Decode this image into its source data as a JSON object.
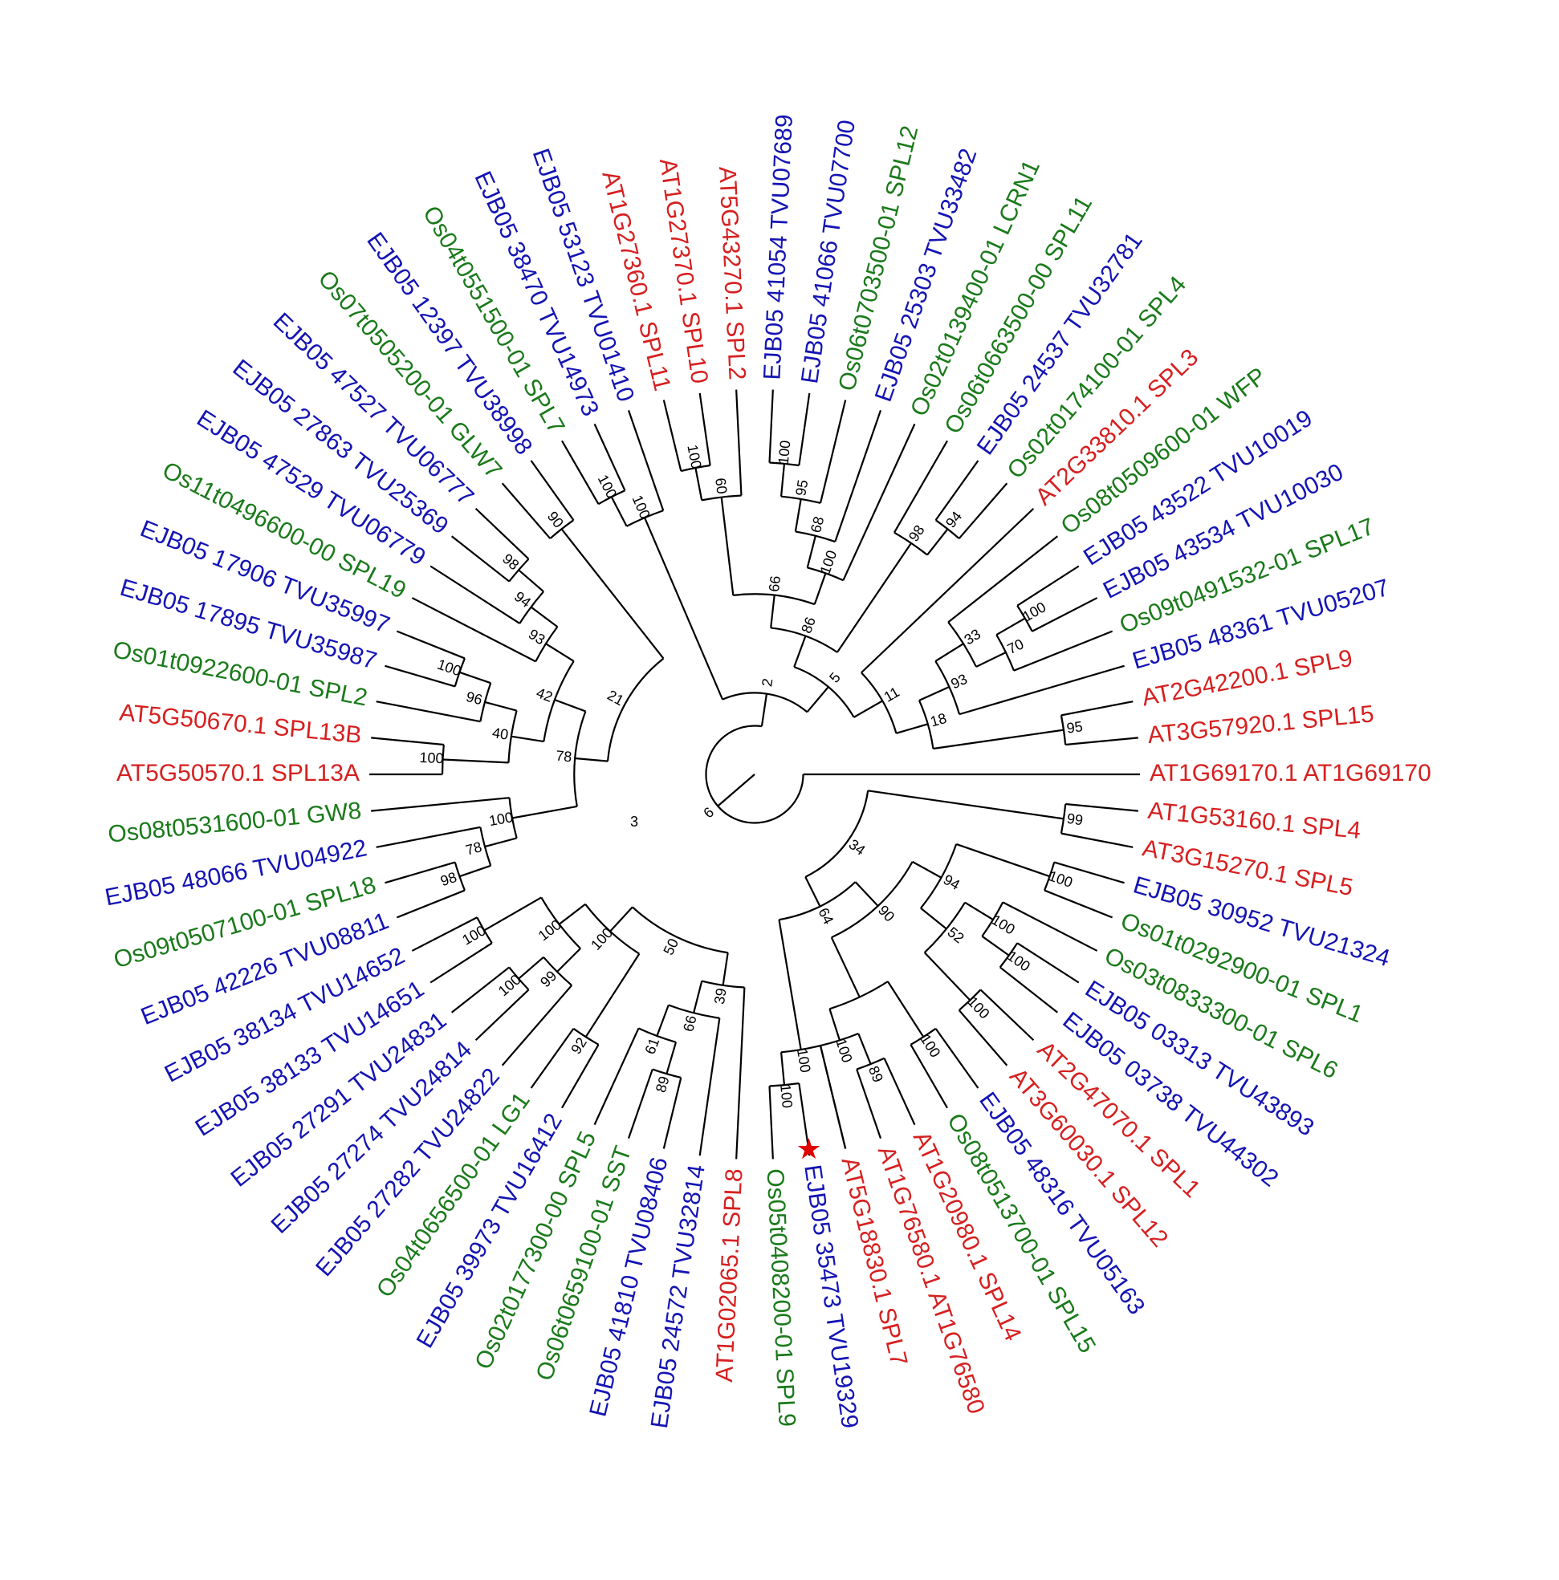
{
  "tree": {
    "colors": {
      "arabidopsis": "#d62020",
      "rice": "#1a7a1a",
      "cowpea": "#1414b4",
      "marker": "#e00000"
    },
    "root_bootstrap": "3",
    "leaves": [
      {
        "label": "AT1G69170.1 AT1G69170",
        "group": "arabidopsis"
      },
      {
        "label": "AT1G53160.1 SPL4",
        "group": "arabidopsis"
      },
      {
        "label": "AT3G15270.1 SPL5",
        "group": "arabidopsis"
      },
      {
        "label": "EJB05 30952 TVU21324",
        "group": "cowpea"
      },
      {
        "label": "Os01t0292900-01 SPL1",
        "group": "rice"
      },
      {
        "label": "Os03t0833300-01 SPL6",
        "group": "rice"
      },
      {
        "label": "EJB05 03313 TVU43893",
        "group": "cowpea"
      },
      {
        "label": "EJB05 03738 TVU44302",
        "group": "cowpea"
      },
      {
        "label": "AT2G47070.1 SPL1",
        "group": "arabidopsis"
      },
      {
        "label": "AT3G60030.1 SPL12",
        "group": "arabidopsis"
      },
      {
        "label": "EJB05 48316 TVU05163",
        "group": "cowpea"
      },
      {
        "label": "Os08t0513700-01 SPL15",
        "group": "rice"
      },
      {
        "label": "AT1G20980.1 SPL14",
        "group": "arabidopsis"
      },
      {
        "label": "AT1G76580.1 AT1G76580",
        "group": "arabidopsis"
      },
      {
        "label": "AT5G18830.1 SPL7",
        "group": "arabidopsis"
      },
      {
        "label": "EJB05 35473 TVU19329",
        "group": "cowpea",
        "marked": true
      },
      {
        "label": "Os05t0408200-01 SPL9",
        "group": "rice"
      },
      {
        "label": "AT1G02065.1 SPL8",
        "group": "arabidopsis"
      },
      {
        "label": "EJB05 24572 TVU32814",
        "group": "cowpea"
      },
      {
        "label": "EJB05 41810 TVU08406",
        "group": "cowpea"
      },
      {
        "label": "Os06t0659100-01 SST",
        "group": "rice"
      },
      {
        "label": "Os02t0177300-00 SPL5",
        "group": "rice"
      },
      {
        "label": "EJB05 39973 TVU16412",
        "group": "cowpea"
      },
      {
        "label": "Os04t0656500-01 LG1",
        "group": "rice"
      },
      {
        "label": "EJB05 27282 TVU24822",
        "group": "cowpea"
      },
      {
        "label": "EJB05 27274 TVU24814",
        "group": "cowpea"
      },
      {
        "label": "EJB05 27291 TVU24831",
        "group": "cowpea"
      },
      {
        "label": "EJB05 38133 TVU14651",
        "group": "cowpea"
      },
      {
        "label": "EJB05 38134 TVU14652",
        "group": "cowpea"
      },
      {
        "label": "EJB05 42226 TVU08811",
        "group": "cowpea"
      },
      {
        "label": "Os09t0507100-01 SPL18",
        "group": "rice"
      },
      {
        "label": "EJB05 48066 TVU04922",
        "group": "cowpea"
      },
      {
        "label": "Os08t0531600-01 GW8",
        "group": "rice"
      },
      {
        "label": "AT5G50570.1 SPL13A",
        "group": "arabidopsis"
      },
      {
        "label": "AT5G50670.1 SPL13B",
        "group": "arabidopsis"
      },
      {
        "label": "Os01t0922600-01 SPL2",
        "group": "rice"
      },
      {
        "label": "EJB05 17895 TVU35987",
        "group": "cowpea"
      },
      {
        "label": "EJB05 17906 TVU35997",
        "group": "cowpea"
      },
      {
        "label": "Os11t0496600-00 SPL19",
        "group": "rice"
      },
      {
        "label": "EJB05 47529 TVU06779",
        "group": "cowpea"
      },
      {
        "label": "EJB05 27863 TVU25369",
        "group": "cowpea"
      },
      {
        "label": "EJB05 47527 TVU06777",
        "group": "cowpea"
      },
      {
        "label": "Os07t0505200-01 GLW7",
        "group": "rice"
      },
      {
        "label": "EJB05 12397 TVU38998",
        "group": "cowpea"
      },
      {
        "label": "Os04t0551500-01 SPL7",
        "group": "rice"
      },
      {
        "label": "EJB05 38470 TVU14973",
        "group": "cowpea"
      },
      {
        "label": "EJB05 53123 TVU01410",
        "group": "cowpea"
      },
      {
        "label": "AT1G27360.1 SPL11",
        "group": "arabidopsis"
      },
      {
        "label": "AT1G27370.1 SPL10",
        "group": "arabidopsis"
      },
      {
        "label": "AT5G43270.1 SPL2",
        "group": "arabidopsis"
      },
      {
        "label": "EJB05 41054 TVU07689",
        "group": "cowpea"
      },
      {
        "label": "EJB05 41066 TVU07700",
        "group": "cowpea"
      },
      {
        "label": "Os06t0703500-01 SPL12",
        "group": "rice"
      },
      {
        "label": "EJB05 25303 TVU33482",
        "group": "cowpea"
      },
      {
        "label": "Os02t0139400-01 LCRN1",
        "group": "rice"
      },
      {
        "label": "Os06t0663500-00 SPL11",
        "group": "rice"
      },
      {
        "label": "EJB05 24537 TVU32781",
        "group": "cowpea"
      },
      {
        "label": "Os02t0174100-01 SPL4",
        "group": "rice"
      },
      {
        "label": "AT2G33810.1 SPL3",
        "group": "arabidopsis"
      },
      {
        "label": "Os08t0509600-01 WFP",
        "group": "rice"
      },
      {
        "label": "EJB05 43522 TVU10019",
        "group": "cowpea"
      },
      {
        "label": "EJB05 43534 TVU10030",
        "group": "cowpea"
      },
      {
        "label": "Os09t0491532-01 SPL17",
        "group": "rice"
      },
      {
        "label": "EJB05 48361 TVU05207",
        "group": "cowpea"
      },
      {
        "label": "AT2G42200.1 SPL9",
        "group": "arabidopsis"
      },
      {
        "label": "AT3G57920.1 SPL15",
        "group": "arabidopsis"
      }
    ],
    "clades": [
      {
        "id": "c99",
        "children": [
          "1",
          "2"
        ],
        "bootstrap": "99"
      },
      {
        "id": "c100a",
        "children": [
          "3",
          "4"
        ],
        "bootstrap": "100"
      },
      {
        "id": "c100c",
        "children": [
          "6",
          "7"
        ],
        "bootstrap": "100"
      },
      {
        "id": "c100b",
        "children": [
          "5",
          "c100c"
        ],
        "bootstrap": "100"
      },
      {
        "id": "c100d",
        "children": [
          "8",
          "9"
        ],
        "bootstrap": "100"
      },
      {
        "id": "c52",
        "children": [
          "c100b",
          "c100d"
        ],
        "bootstrap": "52"
      },
      {
        "id": "c94",
        "children": [
          "c100a",
          "c52"
        ],
        "bootstrap": "94"
      },
      {
        "id": "c100e",
        "children": [
          "10",
          "11"
        ],
        "bootstrap": "100"
      },
      {
        "id": "c89",
        "children": [
          "12",
          "13"
        ],
        "bootstrap": "89"
      },
      {
        "id": "c100f",
        "children": [
          "c89",
          "14"
        ],
        "bootstrap": "100"
      },
      {
        "id": "c100g",
        "children": [
          "c100f",
          "c100e"
        ],
        "bootstrap": ""
      },
      {
        "id": "c90",
        "children": [
          "c94",
          "c100g"
        ],
        "bootstrap": "90"
      },
      {
        "id": "c100h",
        "children": [
          "15",
          "16"
        ],
        "bootstrap": "100"
      },
      {
        "id": "c100i",
        "children": [
          "c100h",
          "14b"
        ],
        "bootstrap": "100"
      },
      {
        "id": "c64",
        "children": [
          "c100i",
          "c90"
        ],
        "bootstrap": "64"
      },
      {
        "id": "c34",
        "children": [
          "c99",
          "c64"
        ],
        "bootstrap": "34"
      },
      {
        "id": "c89b",
        "children": [
          "19",
          "20"
        ],
        "bootstrap": "89"
      },
      {
        "id": "c61",
        "children": [
          "c89b",
          "21"
        ],
        "bootstrap": "61"
      },
      {
        "id": "c66",
        "children": [
          "18",
          "c61"
        ],
        "bootstrap": "66"
      },
      {
        "id": "c39",
        "children": [
          "17",
          "c66"
        ],
        "bootstrap": "39"
      },
      {
        "id": "c92",
        "children": [
          "22",
          "23"
        ],
        "bootstrap": "92"
      },
      {
        "id": "c100j",
        "children": [
          "25",
          "26"
        ],
        "bootstrap": "100"
      },
      {
        "id": "c99b",
        "children": [
          "24",
          "c100j"
        ],
        "bootstrap": "99"
      },
      {
        "id": "c100k",
        "children": [
          "27",
          "28"
        ],
        "bootstrap": "100"
      },
      {
        "id": "c100l",
        "children": [
          "c99b",
          "c100k"
        ],
        "bootstrap": "100"
      },
      {
        "id": "c100m",
        "children": [
          "c92",
          "c100l"
        ],
        "bootstrap": "100"
      },
      {
        "id": "c50",
        "children": [
          "c39",
          "c100m"
        ],
        "bootstrap": "50"
      },
      {
        "id": "c98",
        "children": [
          "29",
          "30"
        ],
        "bootstrap": "98"
      },
      {
        "id": "c78",
        "children": [
          "c98",
          "31"
        ],
        "bootstrap": "78"
      },
      {
        "id": "c100n",
        "children": [
          "c78",
          "32"
        ],
        "bootstrap": "100"
      },
      {
        "id": "c100o",
        "children": [
          "33",
          "34"
        ],
        "bootstrap": "100"
      },
      {
        "id": "c100p",
        "children": [
          "36",
          "37"
        ],
        "bootstrap": "100"
      },
      {
        "id": "c96",
        "children": [
          "c100p",
          "35"
        ],
        "bootstrap": "96"
      },
      {
        "id": "c40",
        "children": [
          "c96",
          "c100o"
        ],
        "bootstrap": "40"
      },
      {
        "id": "c98b",
        "children": [
          "40",
          "41"
        ],
        "bootstrap": "98"
      },
      {
        "id": "c94b",
        "children": [
          "c98b",
          "39"
        ],
        "bootstrap": "94"
      },
      {
        "id": "c93",
        "children": [
          "c94b",
          "38"
        ],
        "bootstrap": "93"
      },
      {
        "id": "c42",
        "children": [
          "c93",
          "c40"
        ],
        "bootstrap": "42"
      },
      {
        "id": "c78b",
        "children": [
          "c42",
          "c100n"
        ],
        "bootstrap": "78"
      },
      {
        "id": "c90b",
        "children": [
          "42",
          "43"
        ],
        "bootstrap": "90"
      },
      {
        "id": "c21",
        "children": [
          "c90b",
          "c78b"
        ],
        "bootstrap": "21"
      },
      {
        "id": "c100q",
        "children": [
          "44",
          "45"
        ],
        "bootstrap": "100"
      },
      {
        "id": "c100r",
        "children": [
          "c100q",
          "46"
        ],
        "bootstrap": "100"
      },
      {
        "id": "c100s",
        "children": [
          "47",
          "48"
        ],
        "bootstrap": "100"
      },
      {
        "id": "c60",
        "children": [
          "c100s",
          "49"
        ],
        "bootstrap": "60"
      },
      {
        "id": "c100t",
        "children": [
          "50",
          "51"
        ],
        "bootstrap": "100"
      },
      {
        "id": "c95",
        "children": [
          "c100t",
          "52"
        ],
        "bootstrap": "95"
      },
      {
        "id": "c68",
        "children": [
          "c95",
          "53"
        ],
        "bootstrap": "68"
      },
      {
        "id": "c100u",
        "children": [
          "c68",
          "54"
        ],
        "bootstrap": "100"
      },
      {
        "id": "c66b",
        "children": [
          "c60",
          "c100u"
        ],
        "bootstrap": "66"
      },
      {
        "id": "c94c",
        "children": [
          "56",
          "57"
        ],
        "bootstrap": "94"
      },
      {
        "id": "c98c",
        "children": [
          "55",
          "c94c"
        ],
        "bootstrap": "98"
      },
      {
        "id": "c86",
        "children": [
          "c66b",
          "c98c"
        ],
        "bootstrap": "86"
      },
      {
        "id": "c100v",
        "children": [
          "60",
          "61"
        ],
        "bootstrap": "100"
      },
      {
        "id": "c70",
        "children": [
          "c100v",
          "62"
        ],
        "bootstrap": "70"
      },
      {
        "id": "c33",
        "children": [
          "59",
          "c70"
        ],
        "bootstrap": "33"
      },
      {
        "id": "c93b",
        "children": [
          "c33",
          "63"
        ],
        "bootstrap": "93"
      },
      {
        "id": "c95b",
        "children": [
          "64",
          "65"
        ],
        "bootstrap": "95"
      },
      {
        "id": "c18",
        "children": [
          "c93b",
          "c95b"
        ],
        "bootstrap": "18"
      },
      {
        "id": "c11",
        "children": [
          "58",
          "c18"
        ],
        "bootstrap": "11"
      },
      {
        "id": "c5",
        "children": [
          "c86",
          "c11"
        ],
        "bootstrap": "5"
      },
      {
        "id": "c2",
        "children": [
          "c100r",
          "c5"
        ],
        "bootstrap": "2"
      },
      {
        "id": "c6",
        "children": [
          "c2",
          "0"
        ],
        "bootstrap": "6"
      }
    ]
  }
}
